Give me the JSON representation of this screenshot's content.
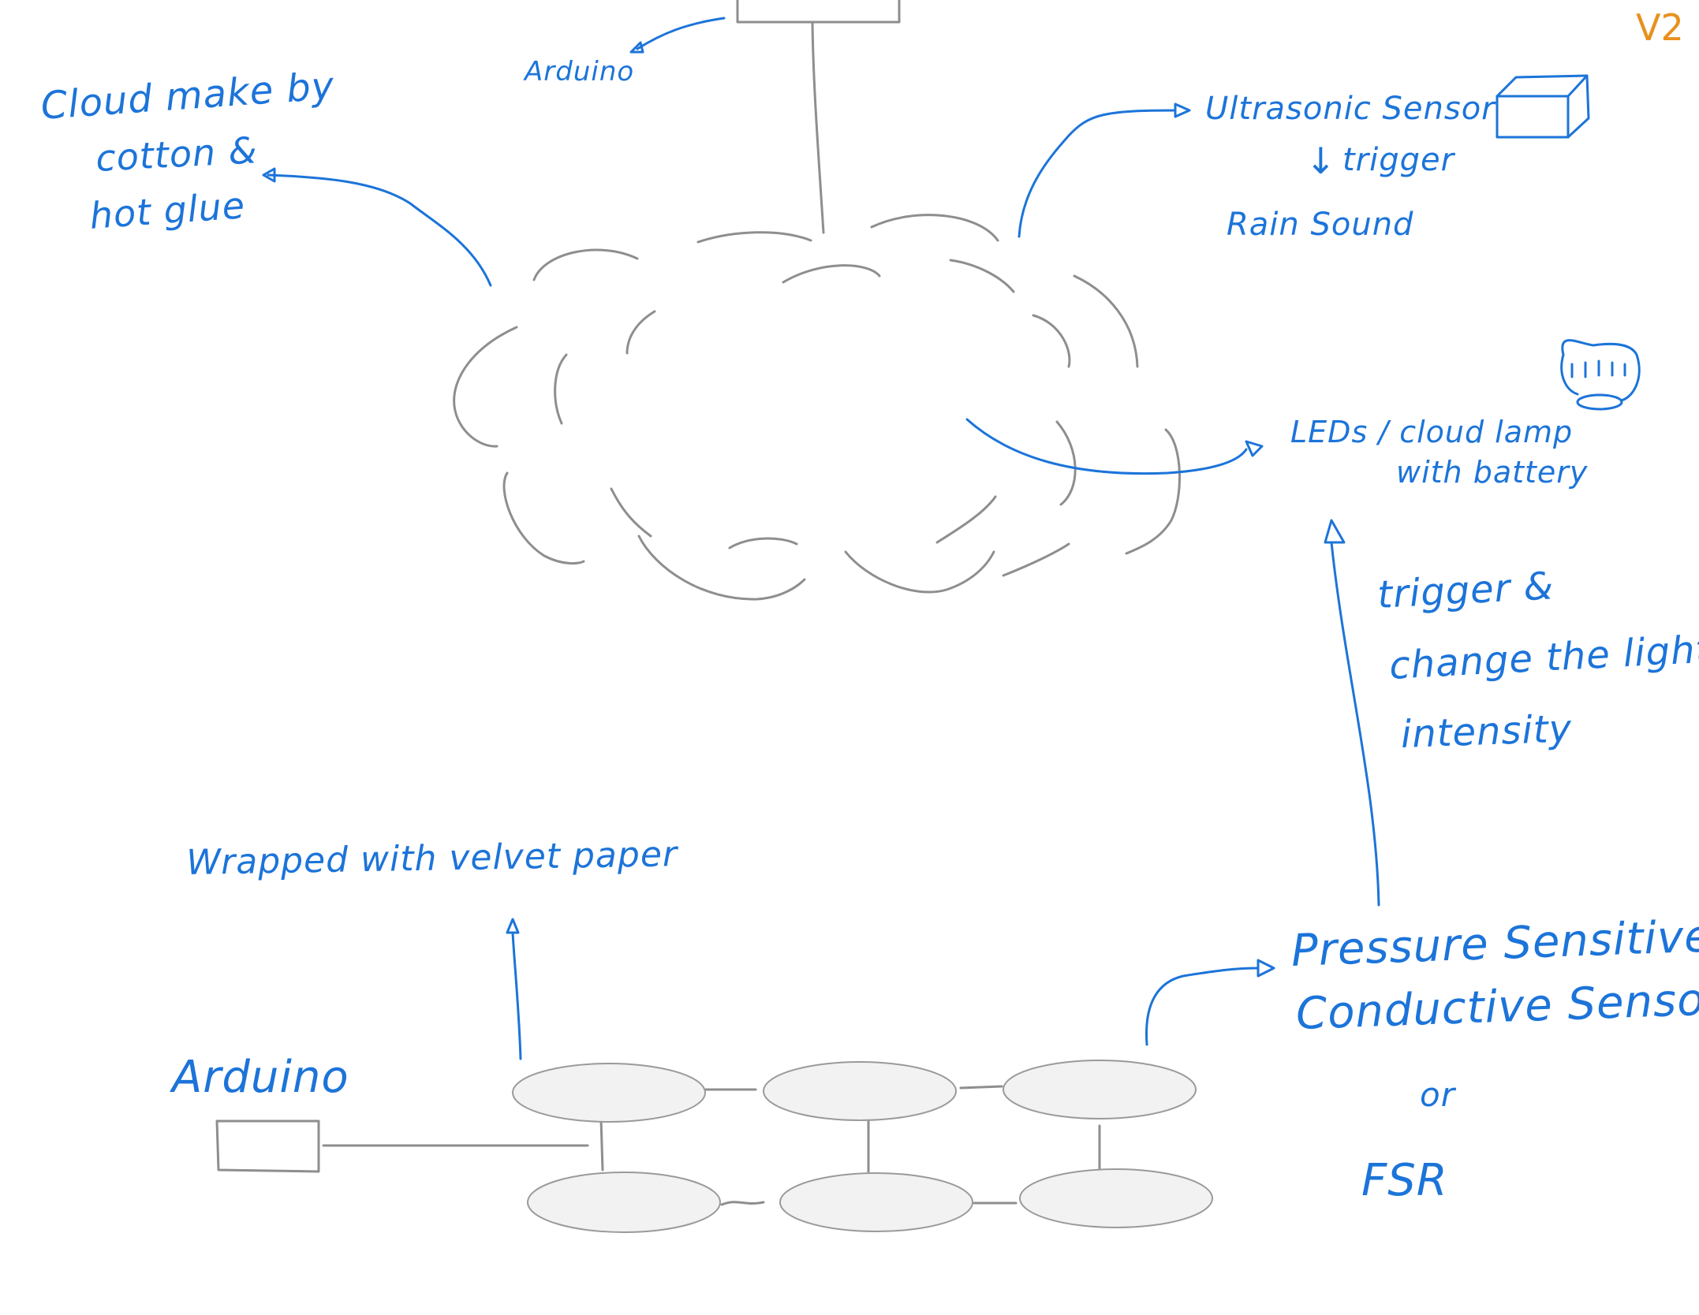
{
  "version": "V2",
  "labels": {
    "arduino_top": "Arduino",
    "cloud_line1": "Cloud make by",
    "cloud_line2": "cotton &",
    "cloud_line3": "hot glue",
    "ultrasonic": "Ultrasonic Sensor",
    "trigger_arrow": "↓",
    "trigger": "trigger",
    "rain_sound": "Rain  Sound",
    "leds_line1": "LEDs / cloud lamp",
    "leds_line2": "with battery",
    "trigger2_line1": "trigger &",
    "trigger2_line2": "change  the  light",
    "trigger2_line3": "intensity",
    "wrapped": "Wrapped with velvet paper",
    "arduino_bottom": "Arduino",
    "pressure_line1": "Pressure Sensitive",
    "pressure_line2": "Conductive Sensor",
    "or": "or",
    "fsr": "FSR"
  },
  "colors": {
    "annotation_ink": "#1c74d9",
    "sketch_ink": "#8e8e8e",
    "pad_fill": "#f2f2f2",
    "version_ink": "#e8901c"
  },
  "icons": [
    "ultrasonic-sensor-box-icon",
    "cloud-lamp-icon",
    "arduino-box-icon"
  ]
}
